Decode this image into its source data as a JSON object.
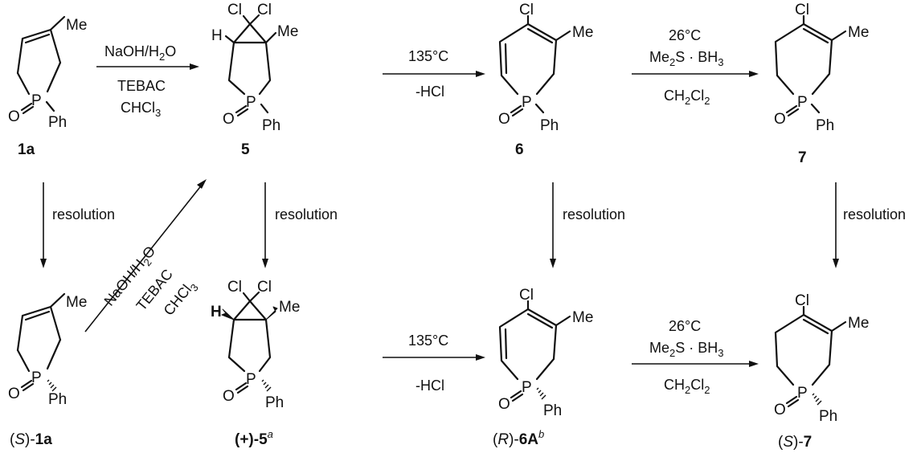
{
  "atoms": {
    "me": "Me",
    "p": "P",
    "o": "O",
    "ph": "Ph",
    "cl": "Cl",
    "h": "H"
  },
  "reagents": {
    "naoh_h2o": [
      "NaOH/H",
      "2",
      "O"
    ],
    "tebac": "TEBAC",
    "chcl3": [
      "CHCl",
      "3"
    ],
    "temp_135": "135°C",
    "minus_hcl": "-HCl",
    "temp_26": "26°C",
    "me2s_bh3": [
      "Me",
      "2",
      "S · BH",
      "3"
    ],
    "ch2cl2": [
      "CH",
      "2",
      "Cl",
      "2"
    ],
    "resolution": "resolution"
  },
  "compounds": {
    "c1a": "1a",
    "c5": "5",
    "c6": "6",
    "c7": "7",
    "s1a": [
      "(",
      "S",
      ")-",
      "1a"
    ],
    "p5a": [
      "(+)-5",
      "a"
    ],
    "r6ab": [
      "(",
      "R",
      ")-",
      "6A",
      "b"
    ],
    "s7": [
      "(",
      "S",
      ")-",
      "7"
    ]
  }
}
